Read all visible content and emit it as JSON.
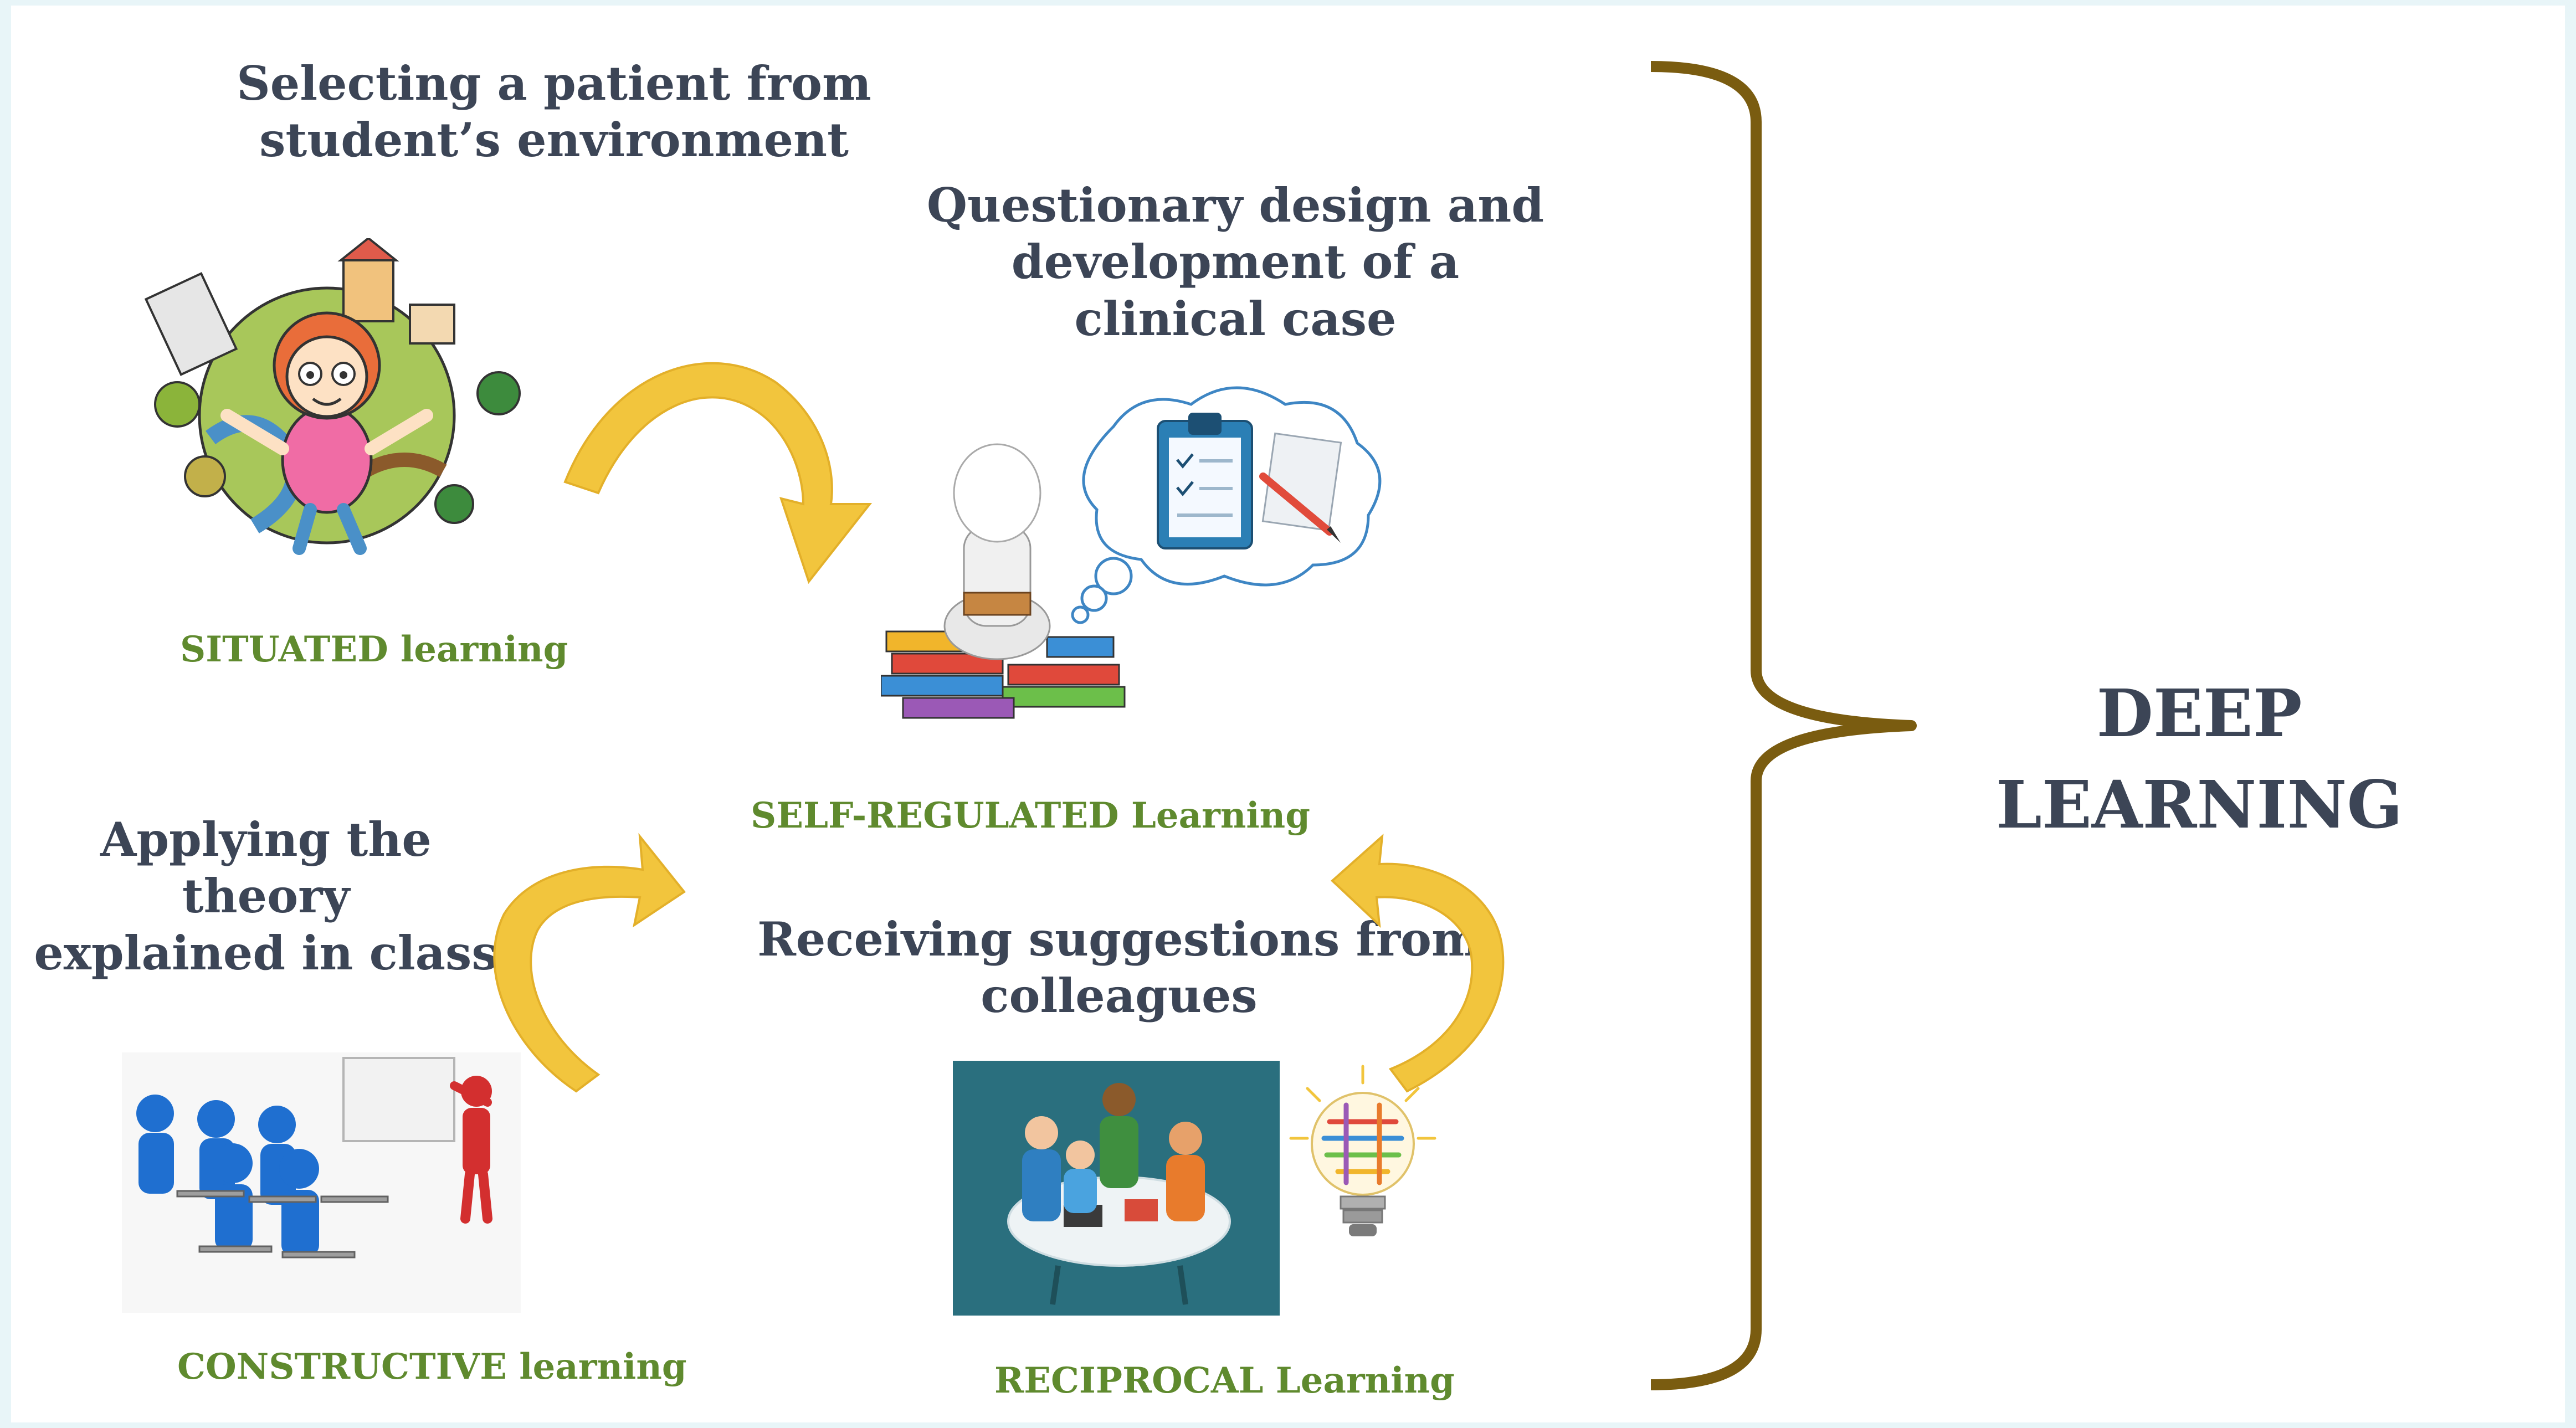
{
  "captions": {
    "situated_top": "Selecting a patient from\nstudent’s environment",
    "questionary": "Questionary design and\ndevelopment of a\nclinical case",
    "applying": "Applying the theory\nexplained in class",
    "receiving": "Receiving suggestions from\ncolleagues"
  },
  "labels": {
    "situated": "SITUATED  learning",
    "self_regulated": "SELF-REGULATED  Learning",
    "constructive": "CONSTRUCTIVE  learning",
    "reciprocal": "RECIPROCAL  Learning"
  },
  "outcome": {
    "line1": "DEEP",
    "line2": "LEARNING"
  },
  "colors": {
    "label_green": "#5f8a2e",
    "text_dark": "#3c4556",
    "arrow_yellow": "#f2c53d",
    "brace_olive": "#7a5c10",
    "figure_blue": "#1f6fd0",
    "teal_panel": "#2a6f7e"
  }
}
